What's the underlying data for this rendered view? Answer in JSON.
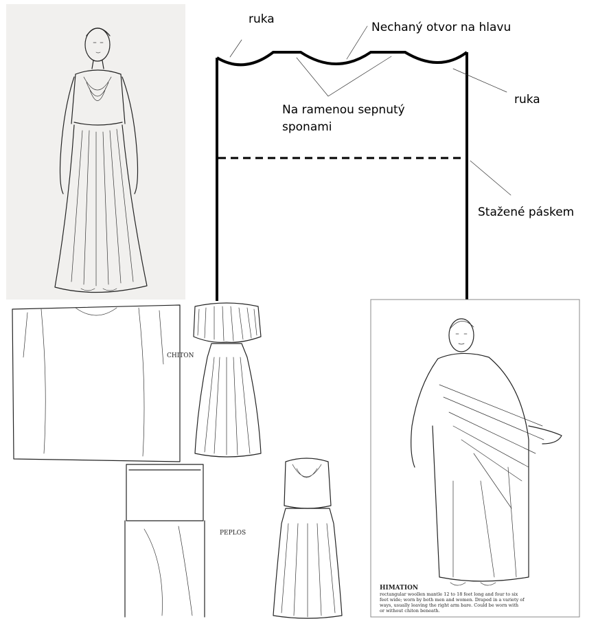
{
  "diagram": {
    "labels": {
      "arm_left": "ruka",
      "head_opening": "Nechaný otvor na hlavu",
      "arm_right": "ruka",
      "shoulder_clasp_line1": "Na ramenou sepnutý",
      "shoulder_clasp_line2": "sponami",
      "belt": "Stažené páskem"
    },
    "photos": {
      "chiton_caption": "CHITON",
      "peplos_caption": "PEPLOS",
      "himation_caption_title": "HIMATION",
      "himation_caption_lines": [
        "rectangular woollen mantle 12 to 18 feet long and four to six",
        "feet wide; worn by both men and women. Draped in a variety of",
        "ways, usually leaving the right arm bare. Could be worn with",
        "or without chiton beneath."
      ]
    },
    "colors": {
      "line": "#000000",
      "paper": "#f2f2f0",
      "background": "#ffffff"
    }
  }
}
